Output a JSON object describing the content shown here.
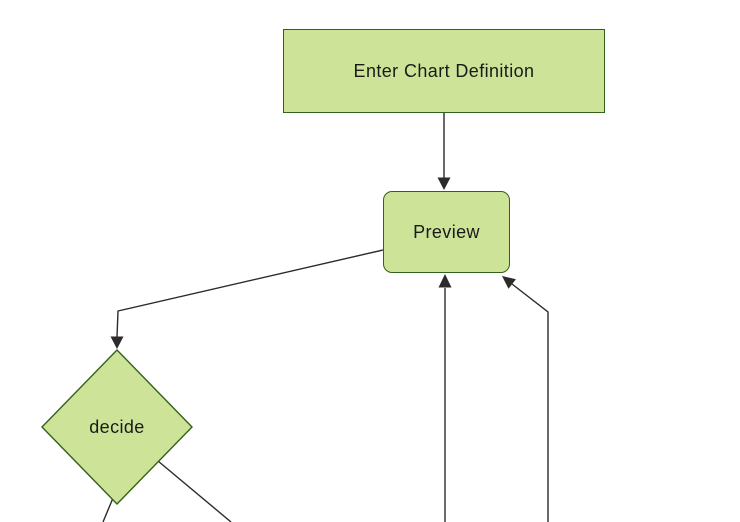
{
  "diagram": {
    "kind": "flowchart",
    "nodes": {
      "enter": {
        "label": "Enter Chart Definition",
        "shape": "rectangle"
      },
      "preview": {
        "label": "Preview",
        "shape": "rounded-rectangle"
      },
      "decide": {
        "label": "decide",
        "shape": "diamond"
      }
    },
    "edges": [
      {
        "from": "enter",
        "to": "preview",
        "arrowhead": true
      },
      {
        "from": "preview",
        "to": "decide",
        "arrowhead": true
      },
      {
        "from": "decide",
        "to": "offscreen-bottom-left",
        "arrowhead": false
      },
      {
        "from": "decide",
        "to": "offscreen-bottom-right",
        "arrowhead": false
      },
      {
        "from": "offscreen-bottom",
        "to": "preview",
        "arrowhead": true
      },
      {
        "from": "offscreen-bottom-far-right",
        "to": "preview",
        "arrowhead": true
      }
    ],
    "colors": {
      "node_fill": "#cde498",
      "node_border": "#32611b",
      "edge": "#2b2b2b",
      "text": "#1a1a1a",
      "background": "#ffffff"
    }
  }
}
